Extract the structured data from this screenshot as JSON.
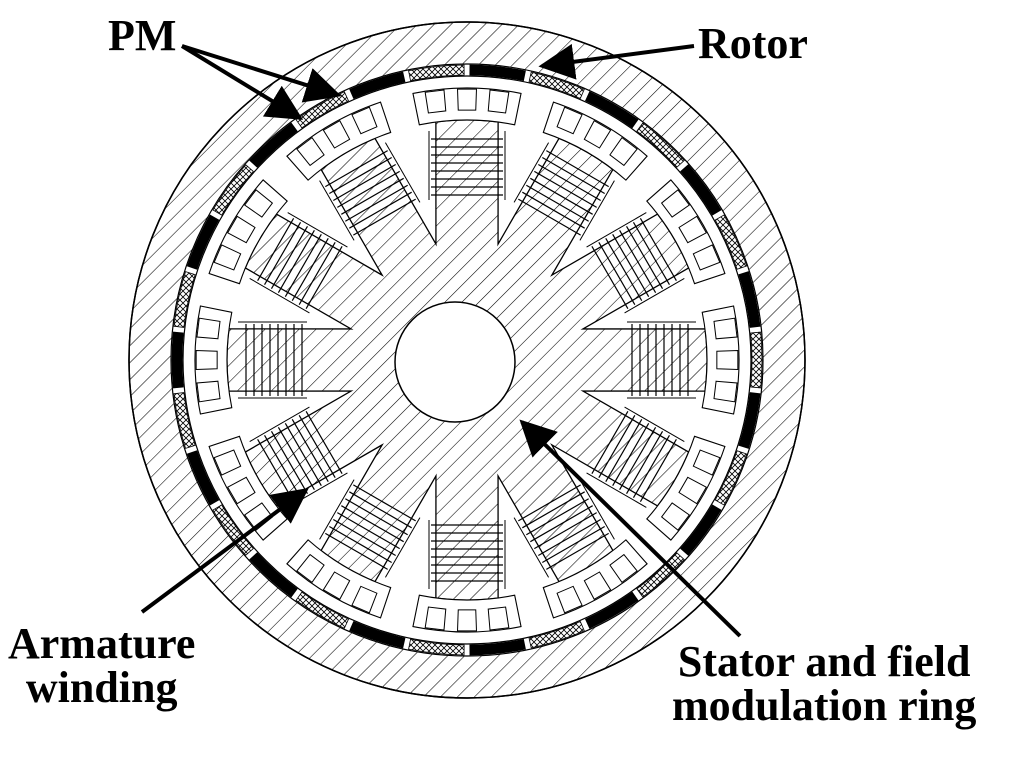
{
  "labels": {
    "pm": "PM",
    "rotor": "Rotor",
    "armature": [
      "Armature",
      "winding"
    ],
    "stator": [
      "Stator and field",
      "modulation ring"
    ]
  },
  "structure": {
    "pm_segment_count": 30,
    "stator_pole_count": 12,
    "coil_turns": 8
  },
  "colors": {
    "stroke": "#000000",
    "background": "#ffffff",
    "magnet": "#000000"
  }
}
